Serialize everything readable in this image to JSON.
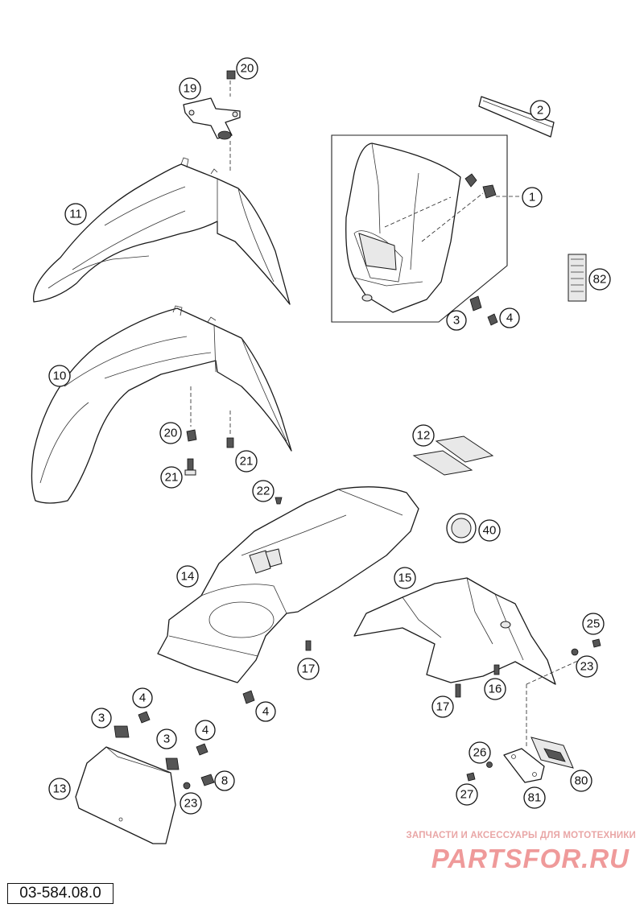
{
  "drawing_number": "03-584.08.0",
  "watermark": {
    "caption": "ЗАПЧАСТИ И АКСЕССУАРЫ ДЛЯ МОТОТЕХНИКИ",
    "logo": "PARTSFOR.RU"
  },
  "callouts": {
    "c1": "1",
    "c2": "2",
    "c3a": "3",
    "c4a": "4",
    "c82": "82",
    "c20a": "20",
    "c19": "19",
    "c11": "11",
    "c10": "10",
    "c20b": "20",
    "c21a": "21",
    "c21b": "21",
    "c22": "22",
    "c12": "12",
    "c40": "40",
    "c14": "14",
    "c15": "15",
    "c25": "25",
    "c23a": "23",
    "c17a": "17",
    "c16": "16",
    "c17b": "17",
    "c4b": "4",
    "c4c": "4",
    "c3b": "3",
    "c4d": "4",
    "c3c": "3",
    "c8": "8",
    "c13": "13",
    "c23b": "23",
    "c26": "26",
    "c27": "27",
    "c81": "81",
    "c80": "80"
  }
}
